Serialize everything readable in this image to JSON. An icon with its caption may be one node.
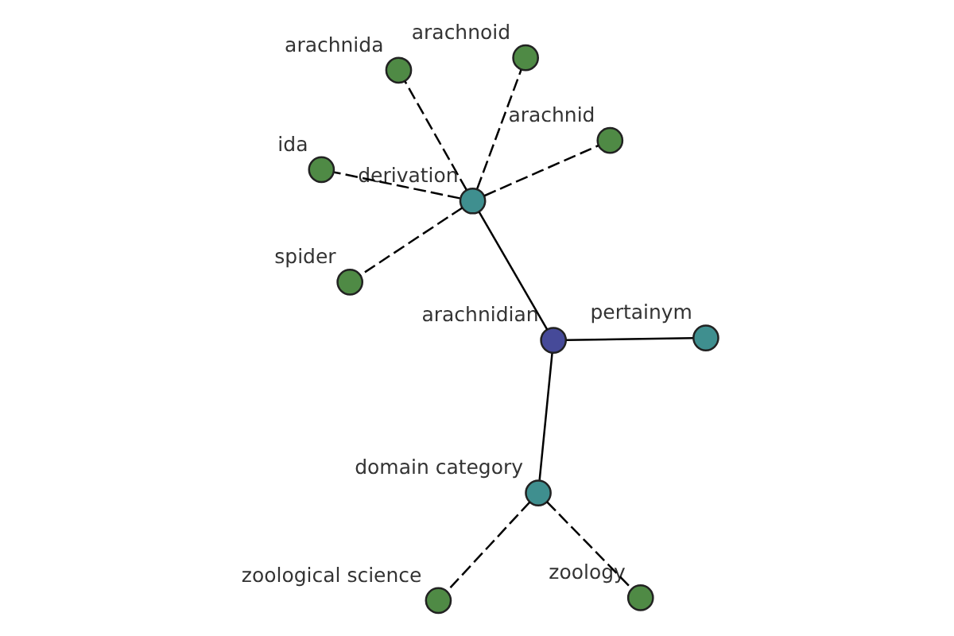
{
  "diagram": {
    "nodes": [
      {
        "text": [
          "ida"
        ]
      },
      {
        "text": [
          "arachnid"
        ]
      },
      {
        "text": [
          "spider"
        ]
      },
      {
        "text": [
          "arachnoid"
        ]
      },
      {
        "text": [
          "derivation"
        ]
      },
      {
        "text": [
          "arachnida"
        ]
      },
      {
        "text": [
          "arachnidian"
        ]
      },
      {
        "text": [
          "pertainym"
        ]
      },
      {
        "text": [
          "zoological science"
        ]
      },
      {
        "text": [
          "domain category"
        ]
      },
      {
        "text": [
          "zoology"
        ]
      }
    ],
    "edges": [
      {
        "from": 6,
        "to": 4,
        "arrow": "none"
      },
      {
        "from": 6,
        "to": 7,
        "arrow": "none"
      },
      {
        "from": 6,
        "to": 9,
        "arrow": "none"
      },
      {
        "from": 4,
        "to": 0,
        "arrow": "none",
        "style": "dashed"
      },
      {
        "from": 4,
        "to": 2,
        "arrow": "none",
        "style": "dashed"
      },
      {
        "from": 4,
        "to": 1,
        "arrow": "none",
        "style": "dashed"
      },
      {
        "from": 4,
        "to": 3,
        "arrow": "none",
        "style": "dashed"
      },
      {
        "from": 4,
        "to": 5,
        "arrow": "none",
        "style": "dashed"
      },
      {
        "from": 9,
        "to": 8,
        "arrow": "none",
        "style": "dashed"
      },
      {
        "from": 9,
        "to": 10,
        "arrow": "none",
        "style": "dashed"
      }
    ]
  }
}
